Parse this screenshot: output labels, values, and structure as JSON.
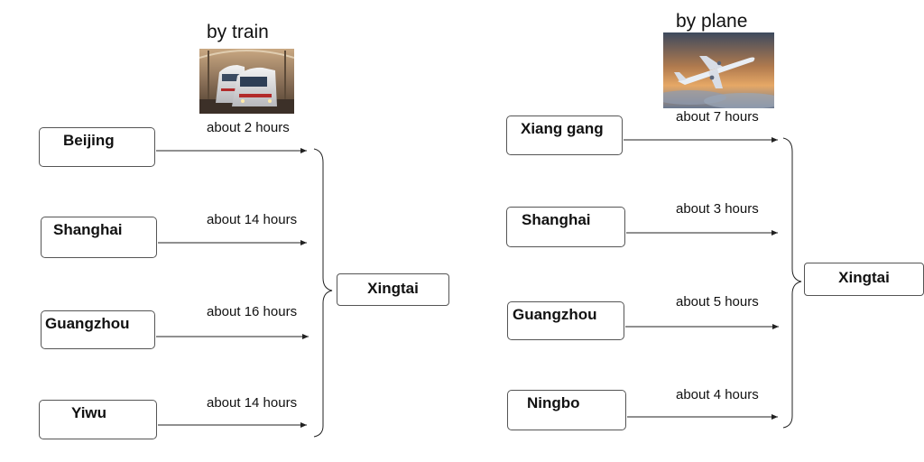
{
  "train": {
    "title": "by train",
    "destination": "Xingtai",
    "routes": [
      {
        "origin": "Beijing",
        "duration": "about 2 hours"
      },
      {
        "origin": "Shanghai",
        "duration": "about 14 hours"
      },
      {
        "origin": "Guangzhou",
        "duration": "about 16 hours"
      },
      {
        "origin": "Yiwu",
        "duration": "about 14 hours"
      }
    ]
  },
  "plane": {
    "title": "by plane",
    "destination": "Xingtai",
    "routes": [
      {
        "origin": "Xiang gang",
        "duration": "about 7 hours"
      },
      {
        "origin": "Shanghai",
        "duration": "about 3 hours"
      },
      {
        "origin": "Guangzhou",
        "duration": "about 5 hours"
      },
      {
        "origin": "Ningbo",
        "duration": "about 4 hours"
      }
    ]
  },
  "colors": {
    "line": "#222222",
    "box_border": "#555555",
    "background": "#ffffff"
  },
  "icons": {
    "train": "train-photo",
    "plane": "airplane-photo"
  }
}
